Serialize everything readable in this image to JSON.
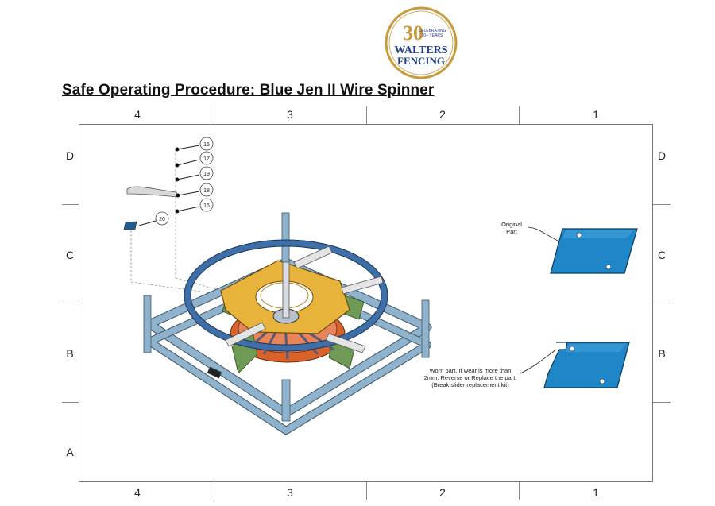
{
  "header": {
    "logo": {
      "number": "30",
      "badge_line1": "CELEBRATING",
      "badge_line2": "30+ YEARS",
      "name_line1": "WALTERS",
      "name_line2": "FENCING"
    },
    "title": "Safe Operating Procedure: Blue Jen II Wire Spinner"
  },
  "frame": {
    "columns_top": [
      "4",
      "3",
      "2",
      "1"
    ],
    "columns_bottom": [
      "4",
      "3",
      "2",
      "1"
    ],
    "rows_left": [
      "D",
      "C",
      "B",
      "A"
    ],
    "rows_right": [
      "D",
      "C",
      "B"
    ]
  },
  "callouts": [
    "15",
    "17",
    "19",
    "18",
    "16",
    "20"
  ],
  "notes": {
    "original_line1": "Original",
    "original_line2": "Part",
    "worn_line1": "Worn part. If wear is more than",
    "worn_line2": "2mm, Reverse or Replace the part.",
    "worn_line3": "(Break slider replacement kit)"
  },
  "colors": {
    "frame_blue": "#8fb3cc",
    "ring_blue": "#3f6fa8",
    "plate_yellow": "#e8b33a",
    "base_orange": "#d9622b",
    "arm_green": "#6f9a55",
    "part_blue": "#1f86c8",
    "logo_gold": "#c89a3a",
    "logo_navy": "#233f8f"
  }
}
